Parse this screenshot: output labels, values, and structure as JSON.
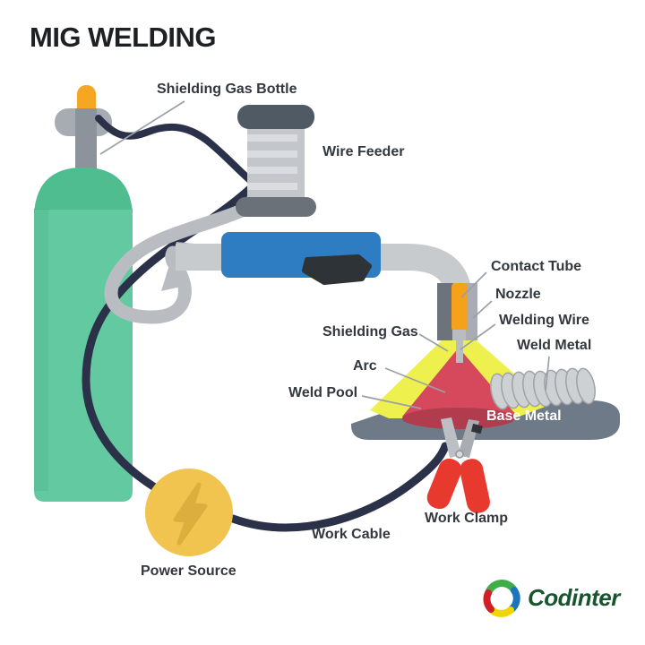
{
  "title": "MIG WELDING",
  "labels": {
    "shielding_gas_bottle": "Shielding Gas Bottle",
    "wire_feeder": "Wire Feeder",
    "contact_tube": "Contact Tube",
    "nozzle": "Nozzle",
    "welding_wire": "Welding Wire",
    "weld_metal": "Weld Metal",
    "shielding_gas": "Shielding Gas",
    "arc": "Arc",
    "weld_pool": "Weld Pool",
    "base_metal": "Base Metal",
    "work_clamp": "Work Clamp",
    "work_cable": "Work Cable",
    "power_source": "Power Source"
  },
  "branding": {
    "logo_text": "Codinter"
  },
  "icons": {
    "power_source": "lightning-bolt-icon",
    "logo_mark": "color-swirl-ring-icon"
  },
  "colors": {
    "title_black": "#1e2023",
    "label_dark": "#33383e",
    "bottle_green": "#63c9a0",
    "bottle_green_dark": "#4fbd90",
    "valve_orange": "#f5a623",
    "metal_gray": "#8d939b",
    "collar_gray": "#a7abb2",
    "cable_navy": "#2a3149",
    "cable_gray": "#b9bdc2",
    "barrel_gray": "#c8cbce",
    "spool_cap_dark": "#4f5a64",
    "spool_cap_dark2": "#6a7179",
    "spool_body": "#c3c7cb",
    "spool_stripe": "#dadcdf",
    "torch_blue": "#2e7dc2",
    "trigger_dark": "#2e3338",
    "nozzle_dark": "#6d737b",
    "nozzle_light": "#a9adb3",
    "contact_tube_orange": "#f5a11c",
    "wire_gray": "#b9bdc2",
    "gas_yellow": "#eef04e",
    "arc_red": "#d6495c",
    "weld_pool_red": "#b13c4e",
    "base_metal_gray": "#6e7a87",
    "weld_bead_gray": "#ced1d4",
    "weld_bead_outline": "#9ea2a7",
    "clamp_metal": "#bcc0c4",
    "clamp_metal2": "#a9adb2",
    "clamp_red": "#e8392e",
    "power_yellow": "#f0c44e",
    "bolt_yellow": "#dcae3e",
    "leader_gray": "#9aa0a8",
    "logo_text_green": "#18552f",
    "logo_green": "#3fae49",
    "logo_blue": "#1b75bb",
    "logo_yellow": "#f0d500",
    "logo_red": "#cf2027"
  }
}
